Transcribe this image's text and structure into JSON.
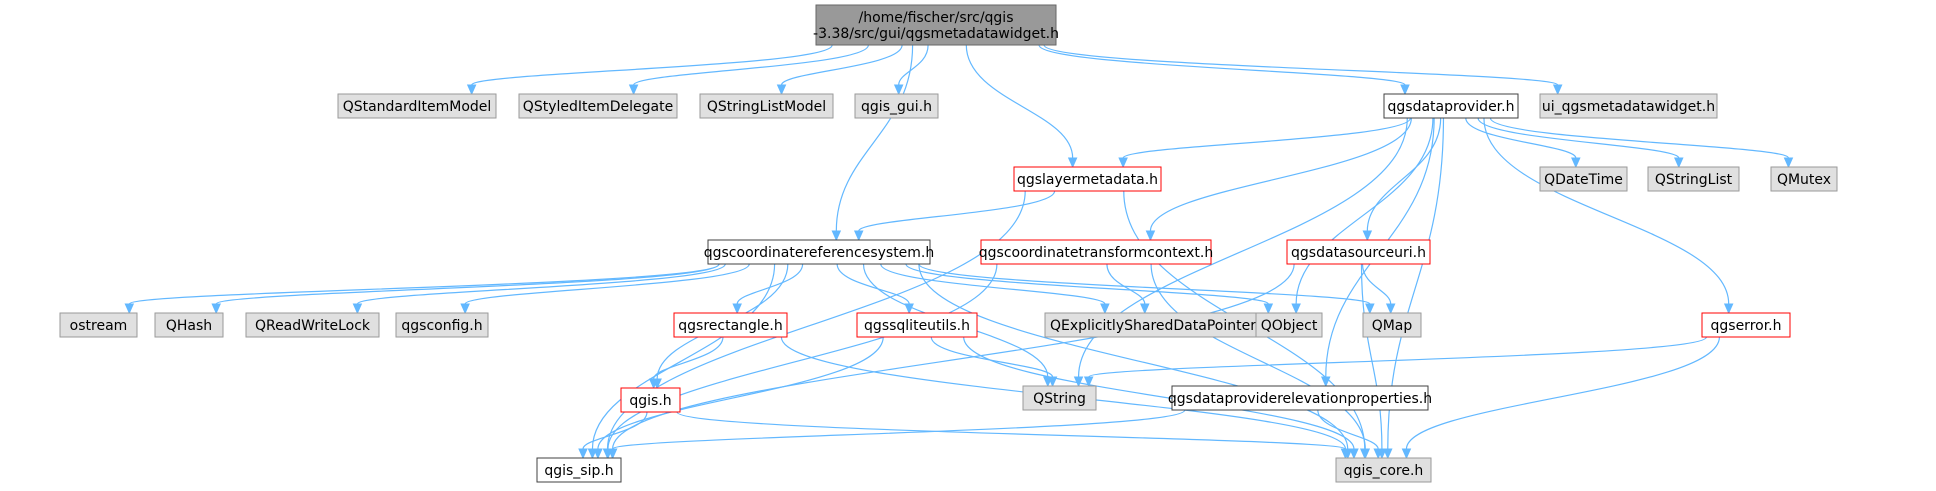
{
  "colors": {
    "root_fill": "#999999",
    "root_stroke": "#666666",
    "gray_fill": "#e0e0e0",
    "gray_stroke": "#999999",
    "white_fill": "#ffffff",
    "black_stroke": "#404040",
    "red_stroke": "#ff0000",
    "edge": "#63b8ff"
  },
  "nodes": [
    {
      "id": "root",
      "lines": [
        "/home/fischer/src/qgis",
        "-3.38/src/gui/qgsmetadatawidget.h"
      ],
      "style": "root"
    },
    {
      "id": "qstandarditemmodel",
      "lines": [
        "QStandardItemModel"
      ],
      "style": "gray"
    },
    {
      "id": "qstyleditemdelegate",
      "lines": [
        "QStyledItemDelegate"
      ],
      "style": "gray"
    },
    {
      "id": "qstringlistmodel",
      "lines": [
        "QStringListModel"
      ],
      "style": "gray"
    },
    {
      "id": "qgis_gui",
      "lines": [
        "qgis_gui.h"
      ],
      "style": "gray"
    },
    {
      "id": "qgsdataprovider",
      "lines": [
        "qgsdataprovider.h"
      ],
      "style": "black"
    },
    {
      "id": "ui_qgsmetadatawidget",
      "lines": [
        "ui_qgsmetadatawidget.h"
      ],
      "style": "gray"
    },
    {
      "id": "qgslayermetadata",
      "lines": [
        "qgslayermetadata.h"
      ],
      "style": "red"
    },
    {
      "id": "qdatetime",
      "lines": [
        "QDateTime"
      ],
      "style": "gray"
    },
    {
      "id": "qstringlist",
      "lines": [
        "QStringList"
      ],
      "style": "gray"
    },
    {
      "id": "qmutex",
      "lines": [
        "QMutex"
      ],
      "style": "gray"
    },
    {
      "id": "qgscrs",
      "lines": [
        "qgscoordinatereferencesystem.h"
      ],
      "style": "black"
    },
    {
      "id": "qgsctcontext",
      "lines": [
        "qgscoordinatetransformcontext.h"
      ],
      "style": "red"
    },
    {
      "id": "qgsdatasourceuri",
      "lines": [
        "qgsdatasourceuri.h"
      ],
      "style": "red"
    },
    {
      "id": "ostream",
      "lines": [
        "ostream"
      ],
      "style": "gray"
    },
    {
      "id": "qhash",
      "lines": [
        "QHash"
      ],
      "style": "gray"
    },
    {
      "id": "qreadwritelock",
      "lines": [
        "QReadWriteLock"
      ],
      "style": "gray"
    },
    {
      "id": "qgsconfig",
      "lines": [
        "qgsconfig.h"
      ],
      "style": "gray"
    },
    {
      "id": "qgsrectangle",
      "lines": [
        "qgsrectangle.h"
      ],
      "style": "red"
    },
    {
      "id": "qgssqliteutils",
      "lines": [
        "qgssqliteutils.h"
      ],
      "style": "red"
    },
    {
      "id": "qexplicitly",
      "lines": [
        "QExplicitlySharedDataPointer"
      ],
      "style": "gray"
    },
    {
      "id": "qobject",
      "lines": [
        "QObject"
      ],
      "style": "gray"
    },
    {
      "id": "qmap",
      "lines": [
        "QMap"
      ],
      "style": "gray"
    },
    {
      "id": "qgserror",
      "lines": [
        "qgserror.h"
      ],
      "style": "red"
    },
    {
      "id": "qgis",
      "lines": [
        "qgis.h"
      ],
      "style": "red"
    },
    {
      "id": "qstring",
      "lines": [
        "QString"
      ],
      "style": "gray"
    },
    {
      "id": "qgsdpelev",
      "lines": [
        "qgsdataproviderelevationproperties.h"
      ],
      "style": "black"
    },
    {
      "id": "qgis_sip",
      "lines": [
        "qgis_sip.h"
      ],
      "style": "black"
    },
    {
      "id": "qgis_core",
      "lines": [
        "qgis_core.h"
      ],
      "style": "gray"
    }
  ],
  "edges": [
    [
      "root",
      "qstandarditemmodel"
    ],
    [
      "root",
      "qstyleditemdelegate"
    ],
    [
      "root",
      "qstringlistmodel"
    ],
    [
      "root",
      "qgis_gui"
    ],
    [
      "root",
      "qgscrs"
    ],
    [
      "root",
      "qgslayermetadata"
    ],
    [
      "root",
      "qgsdataprovider"
    ],
    [
      "root",
      "ui_qgsmetadatawidget"
    ],
    [
      "qgsdataprovider",
      "qgslayermetadata"
    ],
    [
      "qgsdataprovider",
      "qgsctcontext"
    ],
    [
      "qgsdataprovider",
      "qgsdatasourceuri"
    ],
    [
      "qgsdataprovider",
      "qobject"
    ],
    [
      "qgsdataprovider",
      "qstring"
    ],
    [
      "qgsdataprovider",
      "qgsdpelev"
    ],
    [
      "qgsdataprovider",
      "qdatetime"
    ],
    [
      "qgsdataprovider",
      "qstringlist"
    ],
    [
      "qgsdataprovider",
      "qmutex"
    ],
    [
      "qgsdataprovider",
      "qgserror"
    ],
    [
      "qgsdataprovider",
      "qgis_core"
    ],
    [
      "qgslayermetadata",
      "qgscrs"
    ],
    [
      "qgslayermetadata",
      "qgis_sip"
    ],
    [
      "qgslayermetadata",
      "qgis_core"
    ],
    [
      "qgscrs",
      "ostream"
    ],
    [
      "qgscrs",
      "qhash"
    ],
    [
      "qgscrs",
      "qreadwritelock"
    ],
    [
      "qgscrs",
      "qgsconfig"
    ],
    [
      "qgscrs",
      "qgsrectangle"
    ],
    [
      "qgscrs",
      "qgssqliteutils"
    ],
    [
      "qgscrs",
      "qexplicitly"
    ],
    [
      "qgscrs",
      "qobject"
    ],
    [
      "qgscrs",
      "qmap"
    ],
    [
      "qgscrs",
      "qgis"
    ],
    [
      "qgscrs",
      "qstring"
    ],
    [
      "qgscrs",
      "qgis_sip"
    ],
    [
      "qgscrs",
      "qgis_core"
    ],
    [
      "qgsctcontext",
      "qexplicitly"
    ],
    [
      "qgsctcontext",
      "qgis_sip"
    ],
    [
      "qgsctcontext",
      "qgis_core"
    ],
    [
      "qgsdatasourceuri",
      "qmap"
    ],
    [
      "qgsdatasourceuri",
      "qgis_core"
    ],
    [
      "qgsdatasourceuri",
      "qgis_sip"
    ],
    [
      "qgsrectangle",
      "qgis"
    ],
    [
      "qgsrectangle",
      "qgis_core"
    ],
    [
      "qgssqliteutils",
      "qstring"
    ],
    [
      "qgssqliteutils",
      "qgis_sip"
    ],
    [
      "qgssqliteutils",
      "qgis_core"
    ],
    [
      "qgis",
      "qgis_sip"
    ],
    [
      "qgis",
      "qgis_core"
    ],
    [
      "qgserror",
      "qstring"
    ],
    [
      "qgserror",
      "qgis_core"
    ],
    [
      "qgsdpelev",
      "qgis_sip"
    ],
    [
      "qgsdpelev",
      "qgis_core"
    ]
  ]
}
